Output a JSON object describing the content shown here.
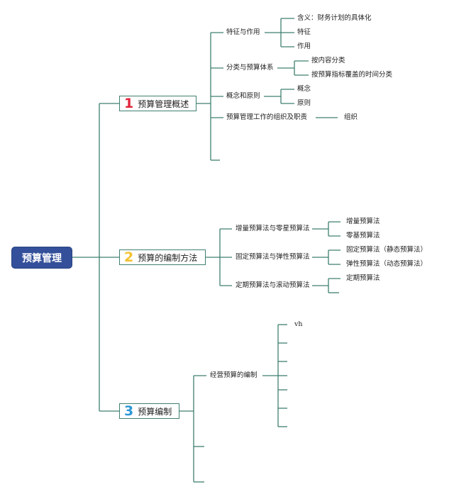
{
  "root": {
    "label": "预算管理"
  },
  "b1": {
    "number": "1",
    "number_color": "#e0243a",
    "label": "预算管理概述",
    "items": {
      "a": {
        "label": "特征与作用",
        "children": [
          "含义：财务计划的具体化",
          "特征",
          "作用"
        ]
      },
      "b": {
        "label": "分类与预算体系",
        "children": [
          "按内容分类",
          "按预算指标覆盖的时间分类"
        ]
      },
      "c": {
        "label": "概念和原则",
        "children": [
          "概念",
          "原则"
        ]
      },
      "d": {
        "label": "预算管理工作的组织及职责",
        "children": [
          "组织"
        ]
      }
    }
  },
  "b2": {
    "number": "2",
    "number_color": "#f2c230",
    "label": "预算的编制方法",
    "items": {
      "a": {
        "label": "增量预算法与零星预算法",
        "children": [
          "增量预算法",
          "零基预算法"
        ]
      },
      "b": {
        "label": "固定预算法与弹性预算法",
        "children": [
          "固定预算法（静态预算法）",
          "弹性预算法（动态预算法）"
        ]
      },
      "c": {
        "label": "定期预算法与滚动预算法",
        "children": [
          "定期预算法"
        ]
      }
    }
  },
  "b3": {
    "number": "3",
    "number_color": "#2b97d5",
    "label": "预算编制",
    "items": {
      "a": {
        "label": "经营预算的编制",
        "children": [
          "vh"
        ]
      }
    }
  }
}
